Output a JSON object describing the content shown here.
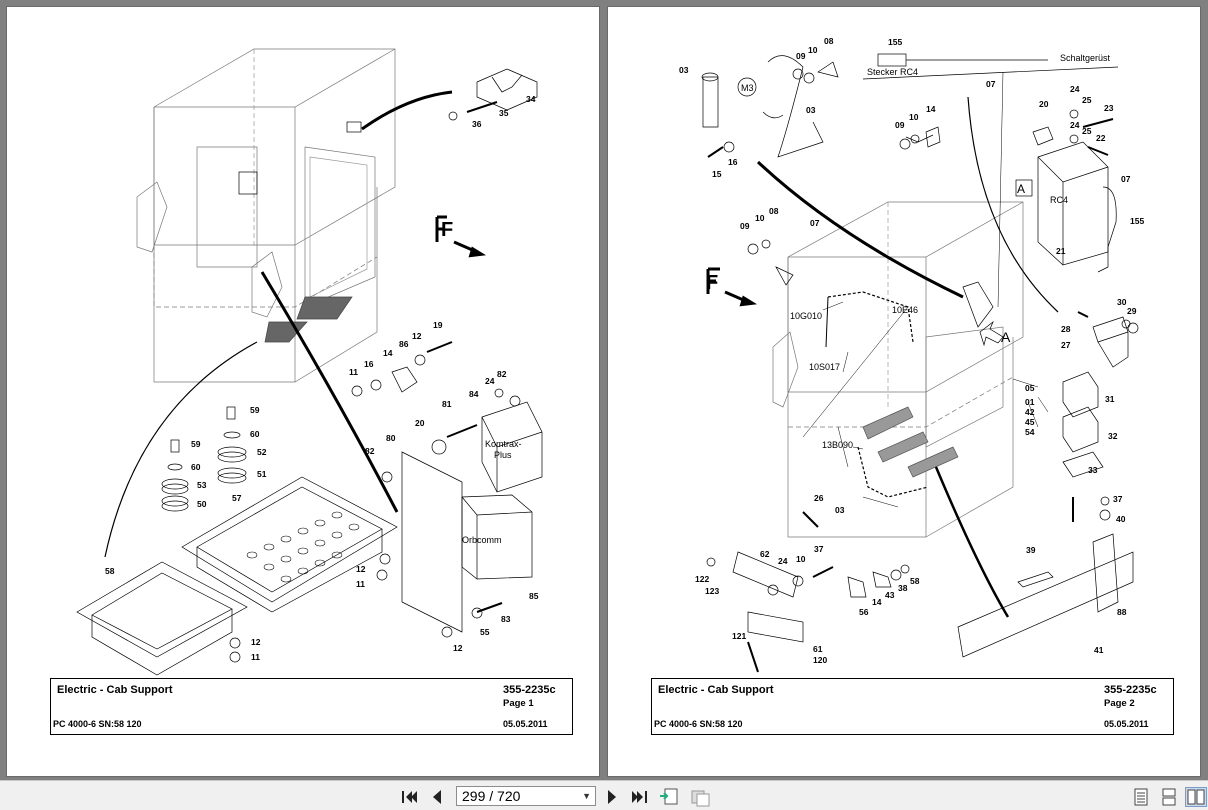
{
  "pages": [
    {
      "title": "Electric - Cab Support",
      "doc_number": "355-2235c",
      "page_label": "Page 1",
      "model": "PC 4000-6 SN:58 120",
      "date": "05.05.2011",
      "labels": {
        "komtrax": [
          "Komtrax-",
          "Plus"
        ],
        "orbcomm": "Orbcomm"
      },
      "part_numbers": [
        "34",
        "35",
        "36",
        "19",
        "12",
        "86",
        "14",
        "16",
        "11",
        "82",
        "24",
        "84",
        "81",
        "20",
        "80",
        "82",
        "59",
        "60",
        "52",
        "59",
        "60",
        "51",
        "53",
        "50",
        "57",
        "58",
        "12",
        "11",
        "12",
        "11",
        "85",
        "83",
        "55",
        "12"
      ]
    },
    {
      "title": "Electric - Cab Support",
      "doc_number": "355-2235c",
      "page_label": "Page 2",
      "model": "PC 4000-6 SN:58 120",
      "date": "05.05.2011",
      "labels": {
        "stecker": "Stecker RC4",
        "schaltgeruest": "Schaltgerüst",
        "rc4": "RC4",
        "motor": "M3",
        "view": "A",
        "view_arrow": "A",
        "codes": [
          "10G010",
          "10E46",
          "10S017",
          "13B090"
        ]
      },
      "part_numbers": [
        "155",
        "07",
        "03",
        "08",
        "10",
        "09",
        "03",
        "15",
        "16",
        "09",
        "10",
        "14",
        "20",
        "24",
        "25",
        "23",
        "24",
        "25",
        "22",
        "07",
        "155",
        "21",
        "09",
        "10",
        "08",
        "07",
        "28",
        "30",
        "29",
        "27",
        "05",
        "01",
        "42",
        "45",
        "54",
        "31",
        "32",
        "33",
        "37",
        "40",
        "26",
        "03",
        "39",
        "88",
        "41",
        "62",
        "24",
        "10",
        "37",
        "122",
        "123",
        "14",
        "43",
        "38",
        "58",
        "56",
        "121",
        "61",
        "120"
      ]
    }
  ],
  "toolbar": {
    "page_indicator": "299 / 720",
    "icons": [
      "first-page-icon",
      "previous-page-icon",
      "page-dropdown-icon",
      "next-page-icon",
      "last-page-icon",
      "fit-page-icon",
      "fit-width-icon",
      "single-page-icon",
      "continuous-page-icon",
      "two-page-icon"
    ]
  }
}
